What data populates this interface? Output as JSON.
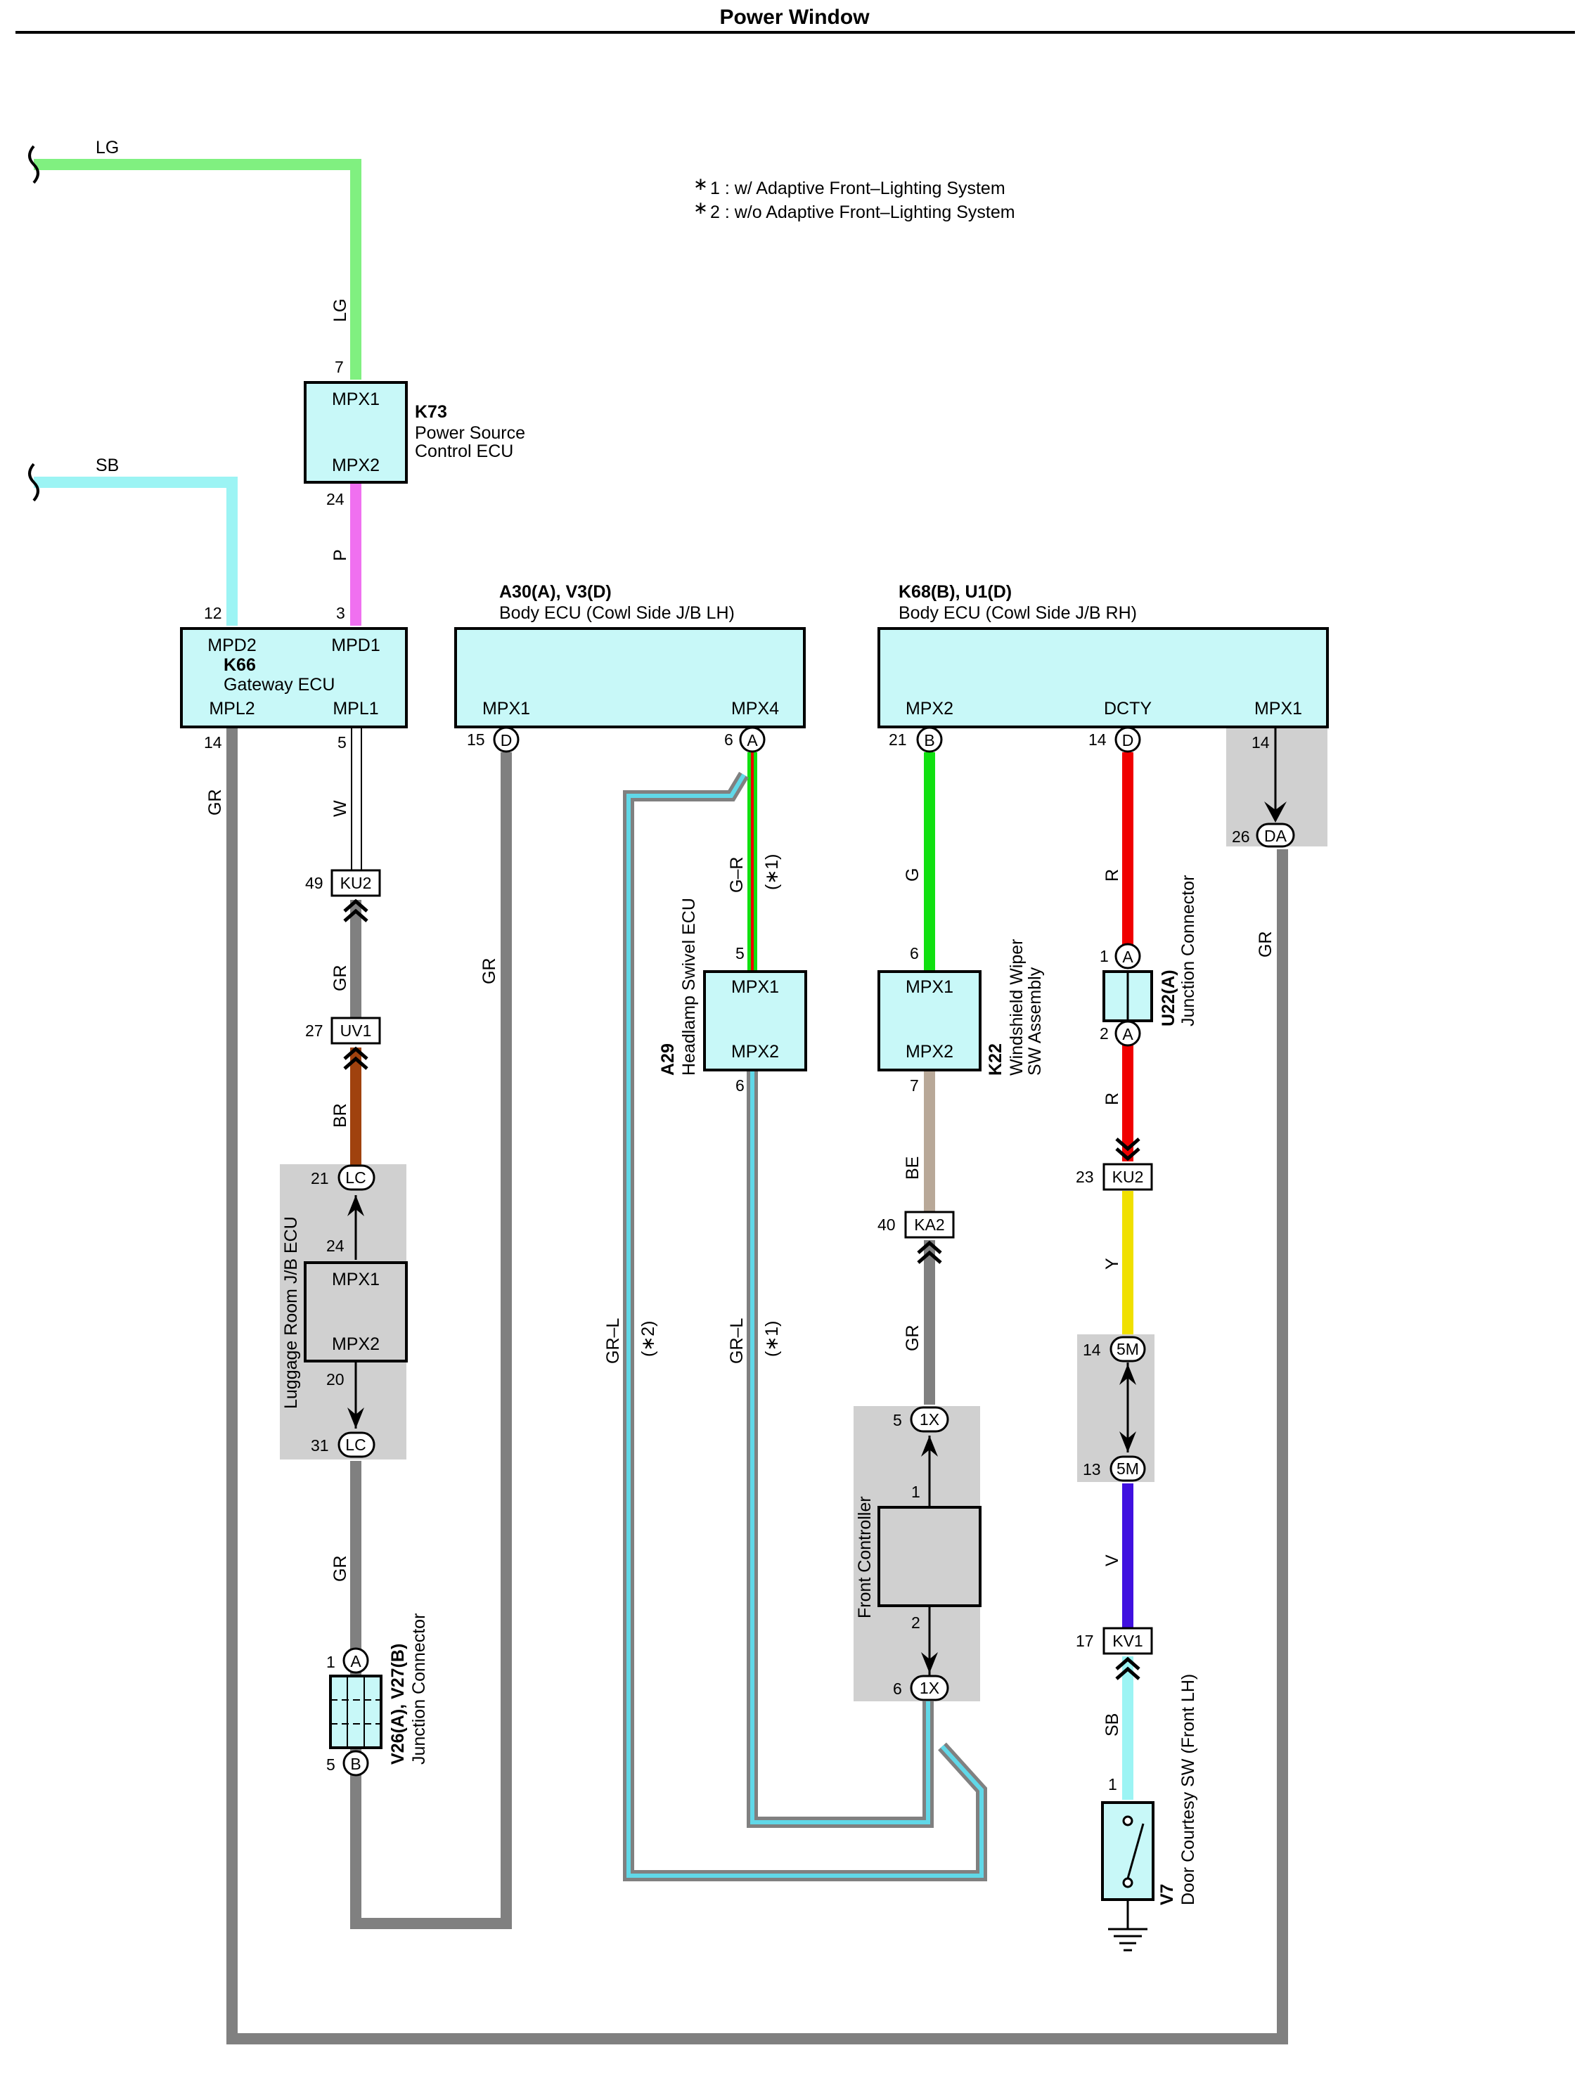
{
  "title": "Power Window",
  "notes": [
    "1 : w/ Adaptive Front–Lighting System",
    "2 : w/o Adaptive Front–Lighting System"
  ],
  "note_mark": "∗",
  "wire_colors": {
    "LG": "#80f080",
    "SB": "#9cf4f4",
    "P": "#f070f0",
    "GR": "#808080",
    "W": "#ffffff",
    "BR": "#a0420e",
    "G": "#10e010",
    "R": "#f00000",
    "Y": "#f0e000",
    "V": "#4010e0",
    "BE": "#b8a898",
    "GR-L-inner": "#60d8e8"
  },
  "components": {
    "k73": {
      "id": "K73",
      "name1": "Power Source",
      "name2": "Control ECU",
      "top": "MPX1",
      "bottom": "MPX2"
    },
    "k66": {
      "id": "K66",
      "name": "Gateway ECU",
      "tl": "MPD2",
      "tr": "MPD1",
      "bl": "MPL2",
      "br": "MPL1"
    },
    "body_lh": {
      "id": "A30(A), V3(D)",
      "name": "Body ECU (Cowl Side J/B LH)",
      "p1": "MPX1",
      "p2": "MPX4"
    },
    "body_rh": {
      "id": "K68(B), U1(D)",
      "name": "Body ECU (Cowl Side J/B RH)",
      "p1": "MPX2",
      "p2": "DCTY",
      "p3": "MPX1"
    },
    "a29": {
      "id": "A29",
      "name": "Headlamp Swivel ECU",
      "top": "MPX1",
      "bottom": "MPX2"
    },
    "k22": {
      "id": "K22",
      "name1": "Windshield Wiper",
      "name2": "SW Assembly",
      "top": "MPX1",
      "bottom": "MPX2"
    },
    "luggage": {
      "name": "Luggage Room J/B ECU",
      "top": "MPX1",
      "bottom": "MPX2"
    },
    "front": {
      "name": "Front Controller"
    },
    "u22": {
      "id": "U22(A)",
      "name": "Junction Connector"
    },
    "v26": {
      "id": "V26(A), V27(B)",
      "name": "Junction Connector"
    },
    "v7": {
      "id": "V7",
      "name": "Door Courtesy SW (Front LH)"
    }
  },
  "connectors": {
    "ku2a": "KU2",
    "uv1": "UV1",
    "lc": "LC",
    "ka2": "KA2",
    "onex": "1X",
    "ku2b": "KU2",
    "fivem": "5M",
    "kv1": "KV1",
    "da": "DA",
    "A": "A",
    "B": "B",
    "D": "D"
  },
  "pins": {
    "p7": "7",
    "p24": "24",
    "p12": "12",
    "p3": "3",
    "p14": "14",
    "p5": "5",
    "p15": "15",
    "p6": "6",
    "p21": "21",
    "p26": "26",
    "p49": "49",
    "p27": "27",
    "p21b": "21",
    "p20": "20",
    "p31": "31",
    "p1": "1",
    "p2": "2",
    "p40": "40",
    "p23": "23",
    "p13": "13",
    "p17": "17"
  },
  "wire_labels": {
    "LG": "LG",
    "SB": "SB",
    "P": "P",
    "GR": "GR",
    "W": "W",
    "BR": "BR",
    "G": "G",
    "GR_R": "G–R",
    "R": "R",
    "Y": "Y",
    "V": "V",
    "BE": "BE",
    "GR_L": "GR–L",
    "star1": "(∗1)",
    "star2": "(∗2)"
  }
}
